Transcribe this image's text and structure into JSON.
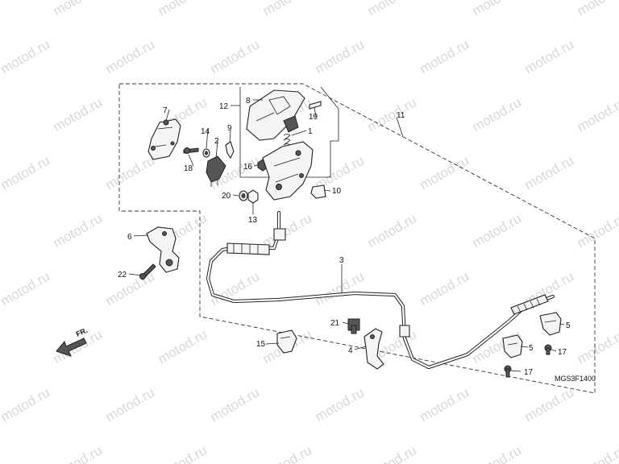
{
  "watermark": {
    "text": "motod.ru",
    "color": "#d8d8d8"
  },
  "diagram_code": "MGS3F1400",
  "direction_label": "FR.",
  "callouts": {
    "c1": "1",
    "c2": "2",
    "c3": "3",
    "c4": "4",
    "c5a": "5",
    "c5b": "5",
    "c6": "6",
    "c7": "7",
    "c8": "8",
    "c9": "9",
    "c10": "10",
    "c11": "11",
    "c12": "12",
    "c13": "13",
    "c14": "14",
    "c15": "15",
    "c16": "16",
    "c17a": "17",
    "c17b": "17",
    "c18": "18",
    "c19": "19",
    "c20": "20",
    "c21": "21",
    "c22": "22"
  }
}
